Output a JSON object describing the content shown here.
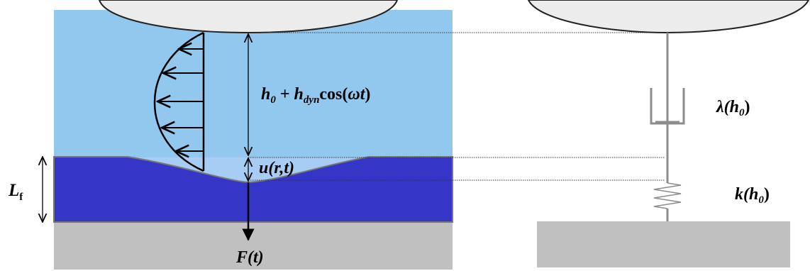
{
  "labels": {
    "gap_h": "h",
    "gap_h_sub": "0",
    "gap_plus": "+",
    "gap_h2": "h",
    "gap_h2_sub": "dyn",
    "gap_cos": "cos(",
    "gap_omega_t": "ωt",
    "gap_close": ")",
    "deformation": "u(r,t)",
    "film_L": "L",
    "film_L_sub": "f",
    "force": "F(t)",
    "damper": "λ(h",
    "damper_sub": "0",
    "damper_close": ")",
    "spring": "k(h",
    "spring_sub": "0",
    "spring_close": ")"
  },
  "colors": {
    "fluid": "#93c8ee",
    "deformed_fluid": "#a8cdf5",
    "film": "#3535c8",
    "substrate": "#c0c0c0",
    "mechanism": "#8c8c8c",
    "arrow": "#000000"
  },
  "icons": {
    "probe": "ellipse-probe-shape",
    "velocity_profile": "parabolic-flow-arrows",
    "dashpot": "damper-icon",
    "spring": "spring-icon"
  }
}
